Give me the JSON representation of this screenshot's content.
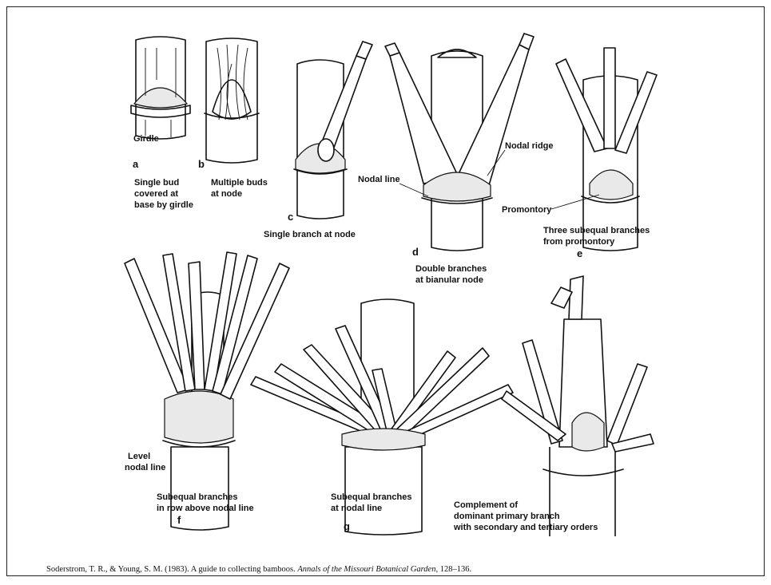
{
  "panels": {
    "a": {
      "letter": "a",
      "label_girdle": "Girdle",
      "caption": [
        "Single bud",
        "covered at",
        "base by girdle"
      ]
    },
    "b": {
      "letter": "b",
      "caption": [
        "Multiple buds",
        "at node"
      ]
    },
    "c": {
      "letter": "c",
      "caption": [
        "Single branch at node"
      ]
    },
    "d": {
      "letter": "d",
      "label_nodal_line": "Nodal line",
      "label_nodal_ridge": "Nodal ridge",
      "caption": [
        "Double branches",
        "at bianular node"
      ]
    },
    "e": {
      "letter": "e",
      "label_promontory": "Promontory",
      "caption": [
        "Three subequal branches",
        "from promontory"
      ]
    },
    "f": {
      "letter": "f",
      "label_level": [
        "Level",
        "nodal line"
      ],
      "caption": [
        "Subequal branches",
        "in row above nodal line"
      ]
    },
    "g": {
      "letter": "g",
      "caption": [
        "Subequal branches",
        "at nodal line"
      ]
    },
    "h": {
      "caption": [
        "Complement of",
        "dominant primary branch",
        "with secondary and tertiary orders"
      ]
    }
  },
  "citation": {
    "authors": "Soderstrom, T. R., & Young, S. M. (1983). A guide to collecting bamboos.",
    "journal": "Annals of the Missouri Botanical Garden",
    "pages": ", 128–136."
  }
}
